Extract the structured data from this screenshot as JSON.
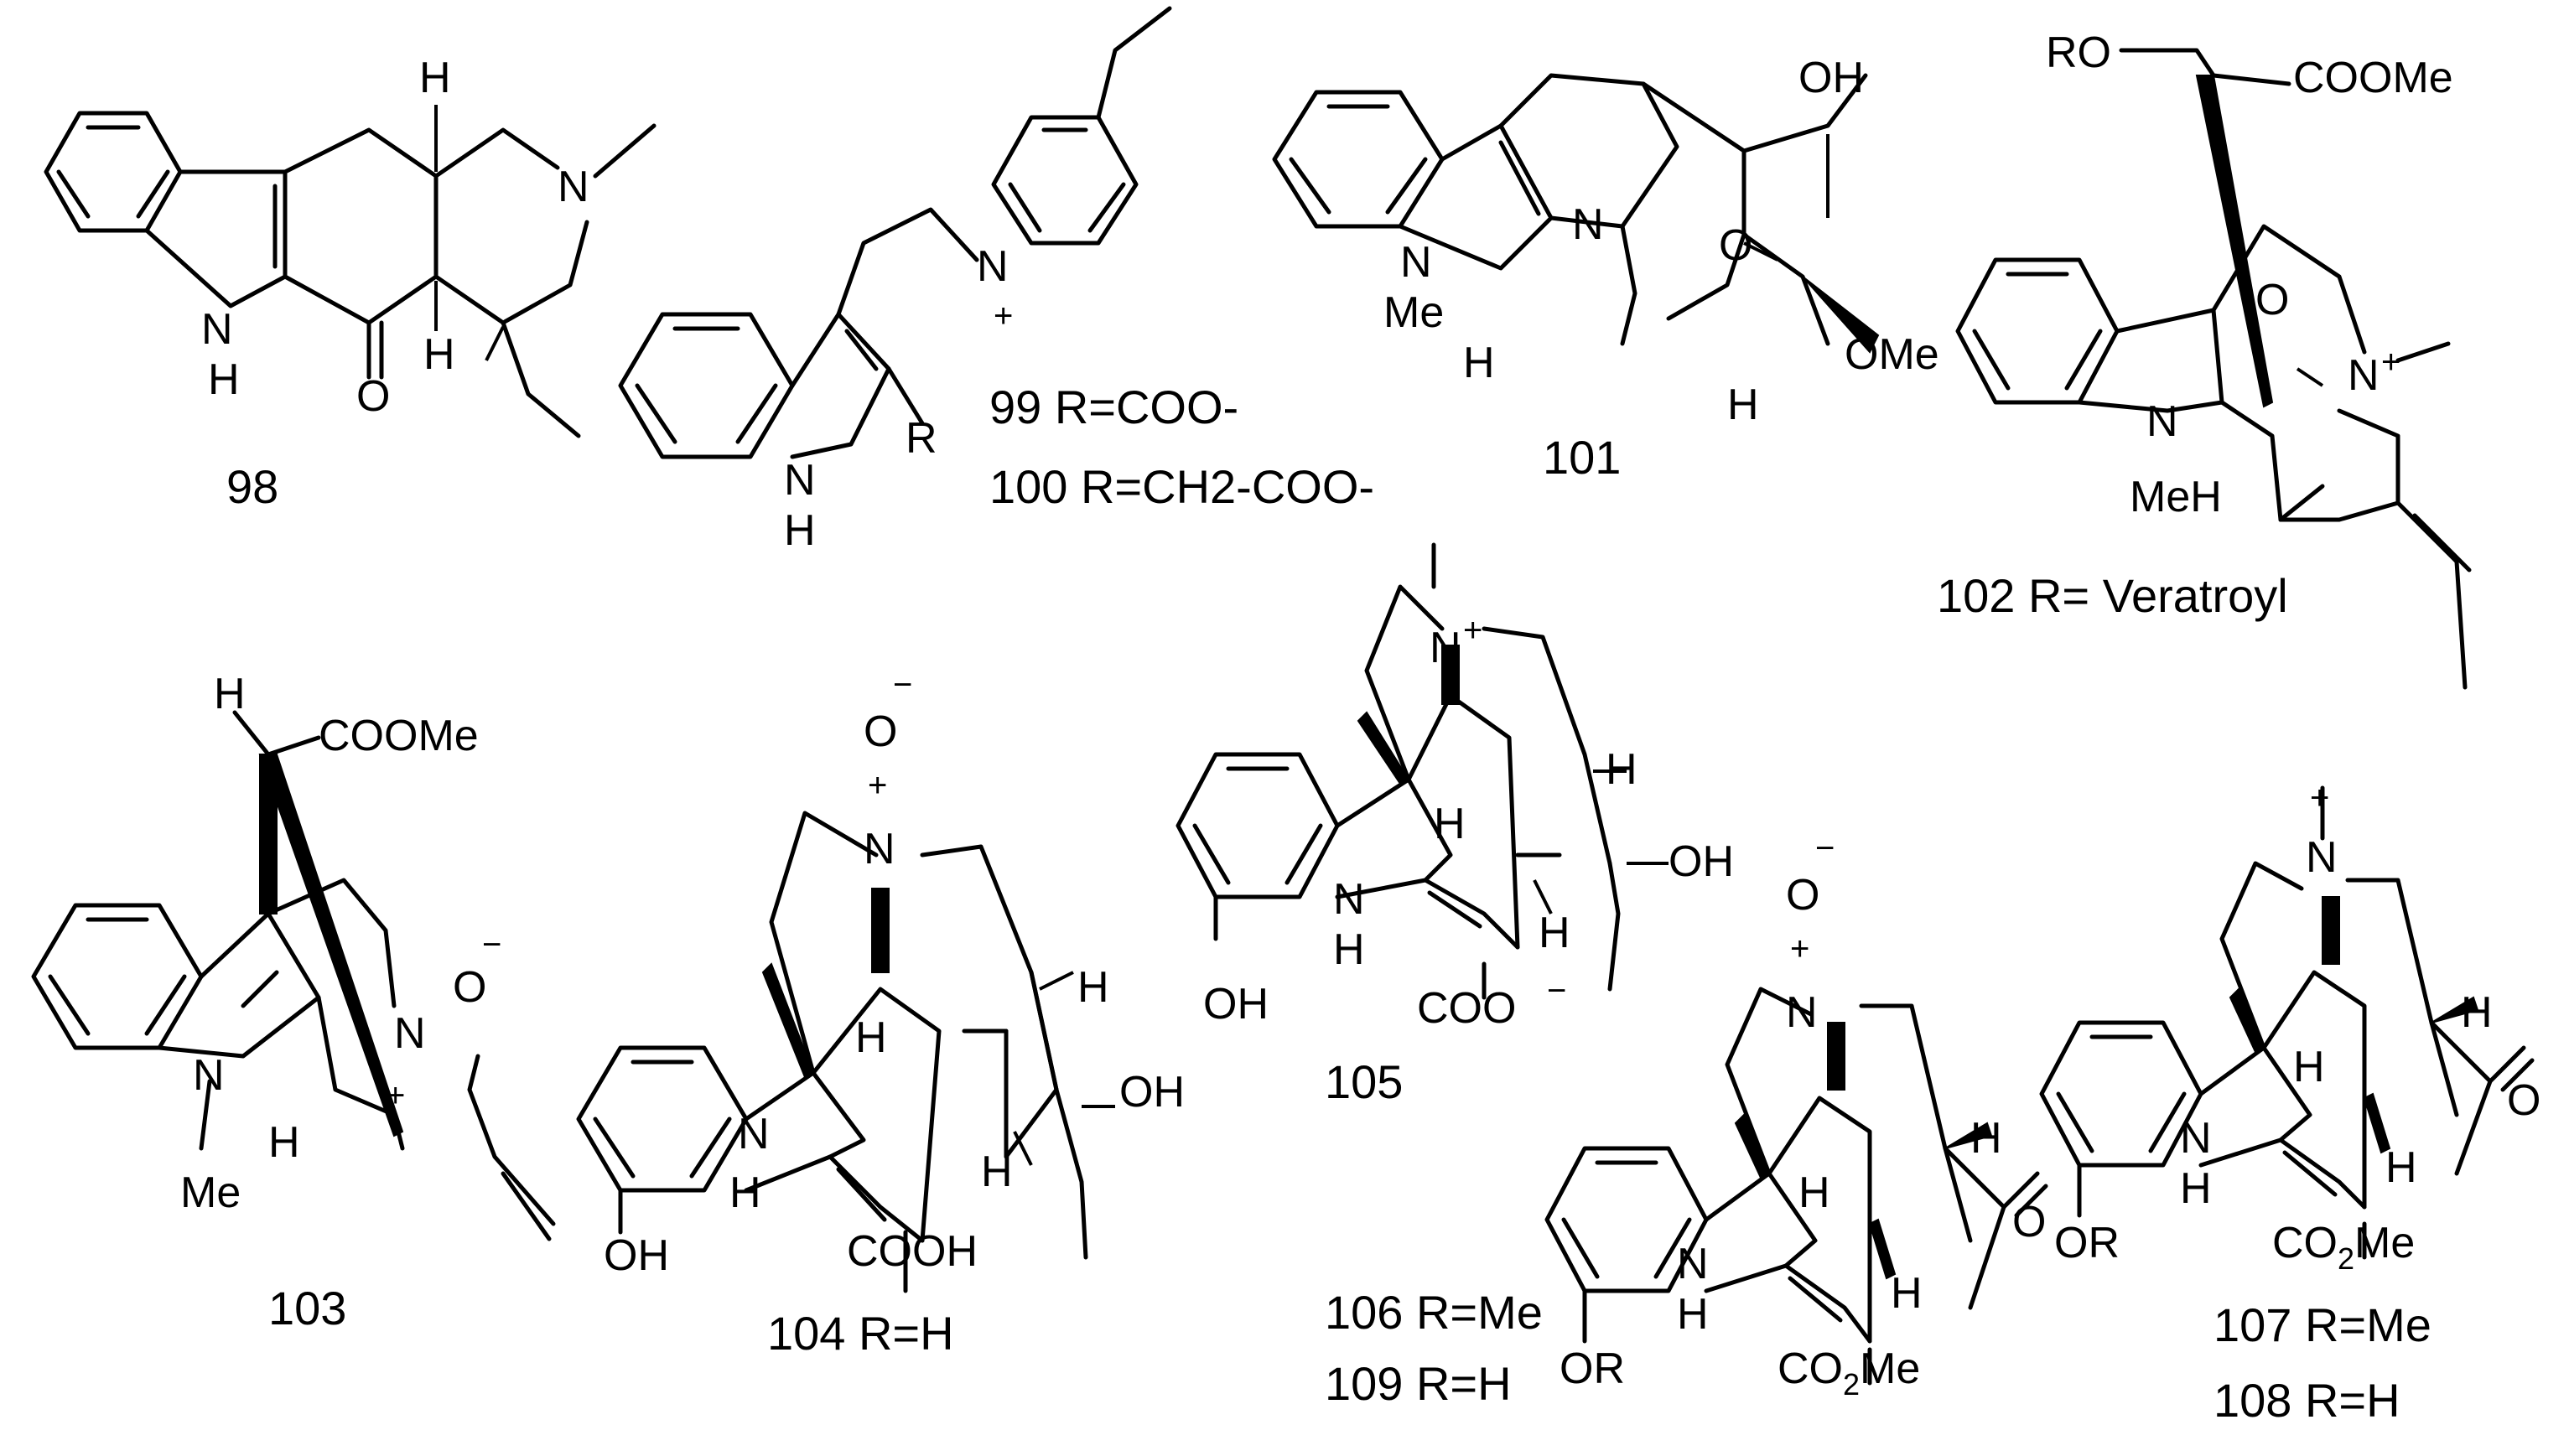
{
  "compounds": {
    "c98": {
      "number": "98",
      "atoms": [
        "H",
        "H",
        "N",
        "N",
        "H",
        "O"
      ]
    },
    "c99": {
      "caption_99": "99  R=COO-",
      "caption_100": "100  R=CH2-COO-",
      "atoms": [
        "N",
        "+",
        "N",
        "H",
        "R"
      ]
    },
    "c101": {
      "number": "101",
      "atoms": [
        "OH",
        "O",
        "N",
        "N",
        "Me",
        "H",
        "OMe",
        "H"
      ]
    },
    "c102": {
      "caption": "102 R= Veratroyl",
      "atoms": [
        "RO",
        "COOMe",
        "O",
        "N",
        "+",
        "N",
        "MeH"
      ]
    },
    "c103": {
      "number": "103",
      "atoms": [
        "H",
        "COOMe",
        "N",
        "O",
        "−",
        "+",
        "N",
        "Me",
        "H"
      ]
    },
    "c104": {
      "caption": "104 R=H",
      "atoms": [
        "O",
        "−",
        "+",
        "N",
        "H",
        "H",
        "OH",
        "N",
        "H",
        "OH",
        "H",
        "COOH"
      ]
    },
    "c105": {
      "number": "105",
      "atoms": [
        "N",
        "+",
        "H",
        "H",
        "OH",
        "N",
        "H",
        "H",
        "OH",
        "COO",
        "−"
      ]
    },
    "c106": {
      "caption_106": "106 R=Me",
      "caption_109": "109 R=H",
      "atoms": [
        "O",
        "−",
        "+",
        "N",
        "H",
        "H",
        "O",
        "N",
        "H",
        "H",
        "OR",
        "CO",
        "2",
        "Me"
      ]
    },
    "c107": {
      "caption_107": "107 R=Me",
      "caption_108": "108 R=H",
      "atoms": [
        "N",
        "+",
        "H",
        "H",
        "O",
        "N",
        "H",
        "H",
        "OR",
        "CO",
        "2",
        "Me"
      ]
    }
  }
}
